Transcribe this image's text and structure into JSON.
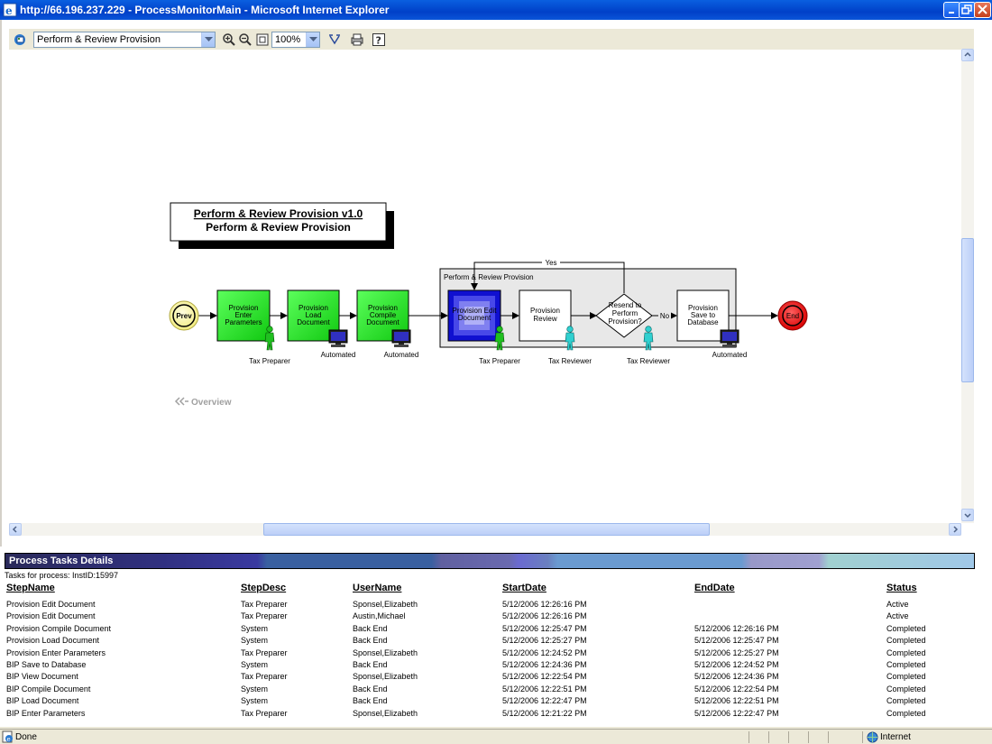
{
  "window": {
    "title": "http://66.196.237.229 - ProcessMonitorMain - Microsoft Internet Explorer"
  },
  "toolbar": {
    "process_select": "Perform & Review Provision",
    "zoom": "100%"
  },
  "diagram": {
    "title_line1": "Perform & Review Provision v1.0",
    "title_line2": "Perform & Review Provision",
    "group_label": "Perform & Review  Provision",
    "start_label": "Prev",
    "end_label": "End",
    "steps": [
      {
        "lines": [
          "Provision",
          "Enter",
          "Parameters"
        ],
        "performer": "Tax Preparer"
      },
      {
        "lines": [
          "Provision",
          "Load",
          "Document"
        ],
        "performer": "Automated"
      },
      {
        "lines": [
          "Provision",
          "Compile",
          "Document"
        ],
        "performer": "Automated"
      },
      {
        "lines": [
          "Provision Edit",
          "Document"
        ],
        "performer": "Tax Preparer"
      },
      {
        "lines": [
          "Provision",
          "Review"
        ],
        "performer": "Tax Reviewer"
      },
      {
        "lines": [
          "Resend to",
          "Perform",
          "Provision?"
        ],
        "performer": "Tax Reviewer"
      },
      {
        "lines": [
          "Provision",
          "Save to",
          "Database"
        ],
        "performer": "Automated"
      }
    ],
    "yes_label": "Yes",
    "no_label": "No",
    "overview_label": "Overview"
  },
  "tasks": {
    "header": "Process Tasks Details",
    "subtitle": "Tasks for process: InstID:15997",
    "columns": [
      "StepName",
      "StepDesc",
      "UserName",
      "StartDate",
      "EndDate",
      "Status"
    ],
    "rows": [
      [
        "Provision Edit Document",
        "Tax Preparer",
        "Sponsel,Elizabeth",
        "5/12/2006 12:26:16 PM",
        "",
        "Active"
      ],
      [
        "Provision Edit Document",
        "Tax Preparer",
        "Austin,Michael",
        "5/12/2006 12:26:16 PM",
        "",
        "Active"
      ],
      [
        "Provision Compile Document",
        "System",
        "Back End",
        "5/12/2006 12:25:47 PM",
        "5/12/2006 12:26:16 PM",
        "Completed"
      ],
      [
        "Provision Load Document",
        "System",
        "Back End",
        "5/12/2006 12:25:27 PM",
        "5/12/2006 12:25:47 PM",
        "Completed"
      ],
      [
        "Provision Enter Parameters",
        "Tax Preparer",
        "Sponsel,Elizabeth",
        "5/12/2006 12:24:52 PM",
        "5/12/2006 12:25:27 PM",
        "Completed"
      ],
      [
        "BIP Save to Database",
        "System",
        "Back End",
        "5/12/2006 12:24:36 PM",
        "5/12/2006 12:24:52 PM",
        "Completed"
      ],
      [
        "BIP View Document",
        "Tax Preparer",
        "Sponsel,Elizabeth",
        "5/12/2006 12:22:54 PM",
        "5/12/2006 12:24:36 PM",
        "Completed"
      ],
      [
        "BIP Compile Document",
        "System",
        "Back End",
        "5/12/2006 12:22:51 PM",
        "5/12/2006 12:22:54 PM",
        "Completed"
      ],
      [
        "BIP Load Document",
        "System",
        "Back End",
        "5/12/2006 12:22:47 PM",
        "5/12/2006 12:22:51 PM",
        "Completed"
      ],
      [
        "BIP Enter Parameters",
        "Tax Preparer",
        "Sponsel,Elizabeth",
        "5/12/2006 12:21:22 PM",
        "5/12/2006 12:22:47 PM",
        "Completed"
      ]
    ]
  },
  "status": {
    "left": "Done",
    "zone": "Internet"
  }
}
